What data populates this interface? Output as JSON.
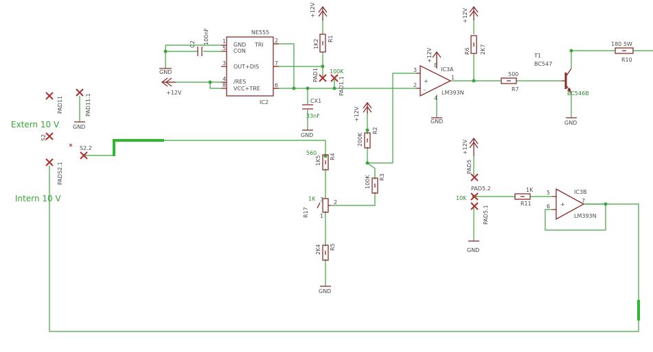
{
  "labels": {
    "extern": "Extern 10 V",
    "intern": "Intern 10 V"
  },
  "supplies": [
    "+12V",
    "+12V",
    "+12V",
    "+12V",
    "+12V",
    "+12V"
  ],
  "grounds": [
    "GND",
    "GND",
    "GND",
    "GND",
    "GND",
    "GND",
    "GND"
  ],
  "ic2": {
    "type": "NE555",
    "ref": "IC2",
    "pins": [
      "GND",
      "CON",
      "OUT+DIS",
      "/RES",
      "VCC+TRE",
      "TRI"
    ],
    "nums": [
      "1",
      "5",
      "3",
      "4",
      "8",
      "2",
      "7",
      "6"
    ]
  },
  "c2": {
    "ref": "C2",
    "value": "100nF"
  },
  "cx1": {
    "ref": "CX1",
    "value": "33nF"
  },
  "r1": {
    "ref": "R1",
    "value": "1K2"
  },
  "r2": {
    "ref": "R2",
    "value": "200K"
  },
  "r3": {
    "ref": "R3",
    "value": "100K"
  },
  "r4": {
    "ref": "R4",
    "value": "1K5",
    "alt": "560"
  },
  "r5": {
    "ref": "R5",
    "value": "2K4"
  },
  "r6": {
    "ref": "R6",
    "value": "2K7"
  },
  "r7": {
    "ref": "R7",
    "value": "500"
  },
  "r10": {
    "ref": "R10",
    "value": "180 5W"
  },
  "r11": {
    "ref": "R11",
    "value": "1K"
  },
  "r17": {
    "ref": "R17",
    "value": "1K",
    "pins": [
      "3",
      "1",
      "2"
    ]
  },
  "ic3a": {
    "ref": "IC3A",
    "type": "LM393N",
    "plus": "+",
    "minus": "-",
    "pins": [
      "3",
      "2",
      "1",
      "8",
      "4"
    ]
  },
  "ic3b": {
    "ref": "IC3B",
    "type": "LM393N",
    "plus": "+",
    "pins": [
      "5",
      "6",
      "7"
    ]
  },
  "t1": {
    "ref": "T1",
    "type": "BC547",
    "alt": "BC546B"
  },
  "pads": {
    "pad1": "PAD1",
    "pad1_1": "PAD1.1",
    "pad1_value": "100K",
    "pad5": "PAD5",
    "pad5_2": "PAD5.2",
    "pad5_1": "PAD5.1",
    "pad5_value": "10K",
    "pad11": "PAD11",
    "pad11_1": "PAD11.1",
    "s2": "S2",
    "pads2_1": "PADS2.1",
    "s2_2": "S2.2"
  }
}
